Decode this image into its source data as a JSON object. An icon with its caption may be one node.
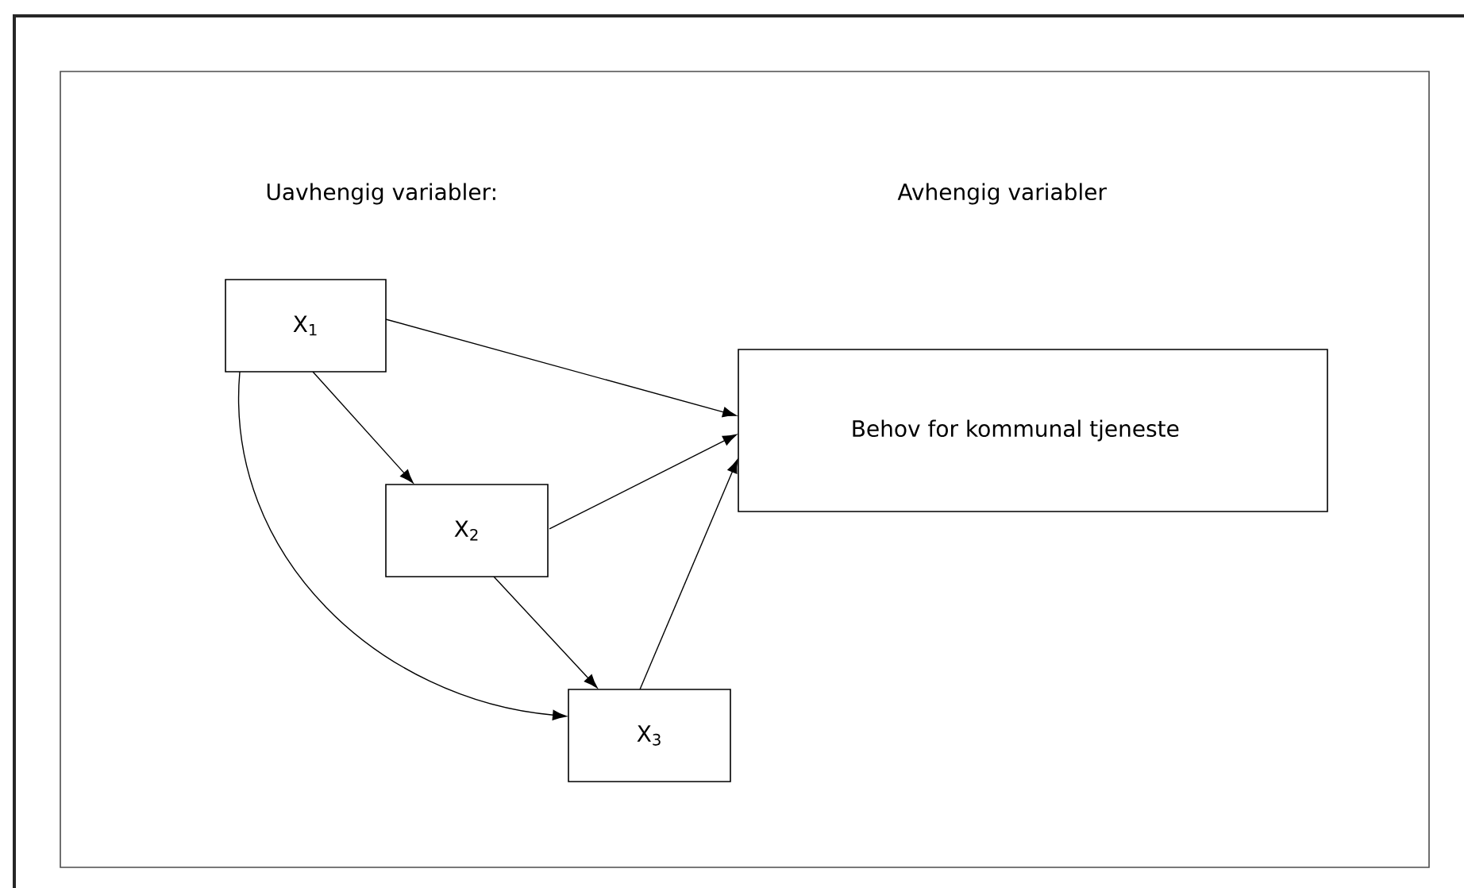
{
  "diagram": {
    "nodes": [
      {
        "text": [
          "X$_{1}$"
        ]
      },
      {
        "text": [
          "X$_{2}$"
        ]
      },
      {
        "text": [
          "X$_{3}$"
        ]
      },
      {
        "text": [
          "Behov for kommunal tjeneste"
        ]
      }
    ],
    "edges": [
      {
        "from": 0,
        "to": 3,
        "arrow": "to"
      },
      {
        "from": 0,
        "to": 1,
        "arrow": "to"
      },
      {
        "from": 0,
        "to": 2,
        "arrow": "to"
      },
      {
        "from": 1,
        "to": 3,
        "arrow": "to"
      },
      {
        "from": 1,
        "to": 2,
        "arrow": "to"
      },
      {
        "from": 2,
        "to": 3,
        "arrow": "to"
      }
    ],
    "labels": [
      "Uavhengig variabler:",
      "Avhengig variabler"
    ]
  }
}
